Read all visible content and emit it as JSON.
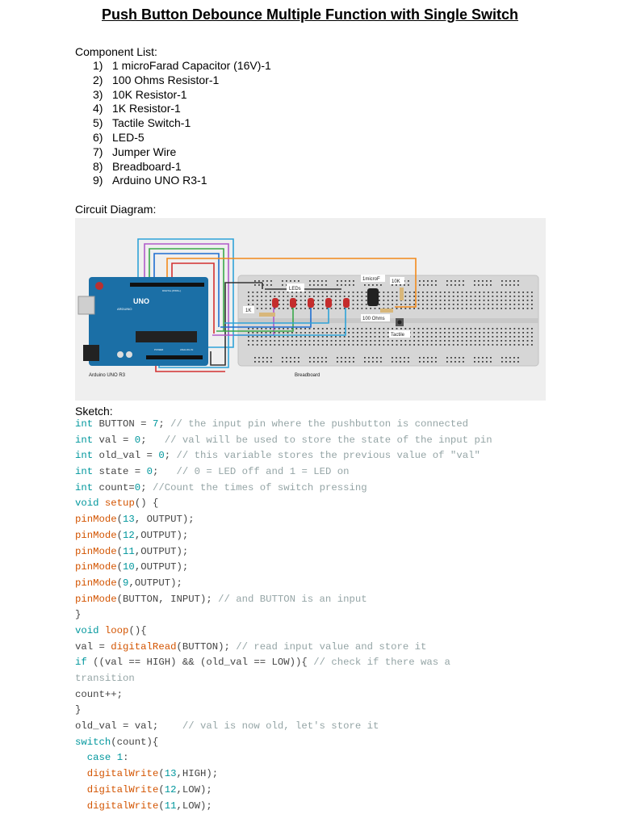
{
  "title": "Push Button Debounce Multiple Function with Single Switch",
  "component_list": {
    "heading": "Component List:",
    "items": [
      {
        "num": "1)",
        "text": "1 microFarad Capacitor (16V)-1"
      },
      {
        "num": "2)",
        "text": "100 Ohms Resistor-1"
      },
      {
        "num": "3)",
        "text": "10K Resistor-1"
      },
      {
        "num": "4)",
        "text": "1K Resistor-1"
      },
      {
        "num": "5)",
        "text": "Tactile Switch-1"
      },
      {
        "num": "6)",
        "text": "LED-5"
      },
      {
        "num": "7)",
        "text": "Jumper Wire"
      },
      {
        "num": "8)",
        "text": "Breadboard-1"
      },
      {
        "num": "9)",
        "text": "Arduino UNO R3-1"
      }
    ]
  },
  "circuit": {
    "heading": "Circuit Diagram:",
    "labels": {
      "arduino": "Arduino UNO R3",
      "breadboard": "Breadboard",
      "uno_logo": "UNO",
      "arduino_brand": "ARDUINO",
      "digital": "DIGITAL (PWM~)",
      "power": "POWER",
      "analog": "ANALOG IN",
      "leds": "LEDs",
      "r1k": "1K",
      "cap": "1microF",
      "r10k": "10K",
      "r100": "100 Ohms",
      "tactile": "Tactile"
    }
  },
  "sketch": {
    "heading": "Sketch:",
    "lines": [
      [
        {
          "t": "int",
          "c": "kw"
        },
        {
          "t": " BUTTON = "
        },
        {
          "t": "7",
          "c": "nm"
        },
        {
          "t": "; "
        },
        {
          "t": "// the input pin where the pushbutton is connected",
          "c": "cm"
        }
      ],
      [
        {
          "t": "int",
          "c": "kw"
        },
        {
          "t": " val = "
        },
        {
          "t": "0",
          "c": "nm"
        },
        {
          "t": ";   "
        },
        {
          "t": "// val will be used to store the state of the input pin",
          "c": "cm"
        }
      ],
      [
        {
          "t": "int",
          "c": "kw"
        },
        {
          "t": " old_val = "
        },
        {
          "t": "0",
          "c": "nm"
        },
        {
          "t": "; "
        },
        {
          "t": "// this variable stores the previous value of \"val\"",
          "c": "cm"
        }
      ],
      [
        {
          "t": "int",
          "c": "kw"
        },
        {
          "t": " state = "
        },
        {
          "t": "0",
          "c": "nm"
        },
        {
          "t": ";   "
        },
        {
          "t": "// 0 = LED off and 1 = LED on",
          "c": "cm"
        }
      ],
      [
        {
          "t": "int",
          "c": "kw"
        },
        {
          "t": " count="
        },
        {
          "t": "0",
          "c": "nm"
        },
        {
          "t": "; "
        },
        {
          "t": "//Count the times of switch pressing",
          "c": "cm"
        }
      ],
      [
        {
          "t": "void",
          "c": "kw"
        },
        {
          "t": " "
        },
        {
          "t": "setup",
          "c": "fn"
        },
        {
          "t": "() {"
        }
      ],
      [
        {
          "t": "pinMode",
          "c": "fn"
        },
        {
          "t": "("
        },
        {
          "t": "13",
          "c": "nm"
        },
        {
          "t": ", OUTPUT);"
        }
      ],
      [
        {
          "t": "pinMode",
          "c": "fn"
        },
        {
          "t": "("
        },
        {
          "t": "12",
          "c": "nm"
        },
        {
          "t": ",OUTPUT);"
        }
      ],
      [
        {
          "t": "pinMode",
          "c": "fn"
        },
        {
          "t": "("
        },
        {
          "t": "11",
          "c": "nm"
        },
        {
          "t": ",OUTPUT);"
        }
      ],
      [
        {
          "t": "pinMode",
          "c": "fn"
        },
        {
          "t": "("
        },
        {
          "t": "10",
          "c": "nm"
        },
        {
          "t": ",OUTPUT);"
        }
      ],
      [
        {
          "t": "pinMode",
          "c": "fn"
        },
        {
          "t": "("
        },
        {
          "t": "9",
          "c": "nm"
        },
        {
          "t": ",OUTPUT);"
        }
      ],
      [
        {
          "t": "pinMode",
          "c": "fn"
        },
        {
          "t": "(BUTTON, INPUT); "
        },
        {
          "t": "// and BUTTON is an input",
          "c": "cm"
        }
      ],
      [
        {
          "t": "}"
        }
      ],
      [
        {
          "t": "void",
          "c": "kw"
        },
        {
          "t": " "
        },
        {
          "t": "loop",
          "c": "fn"
        },
        {
          "t": "(){"
        }
      ],
      [
        {
          "t": "val = "
        },
        {
          "t": "digitalRead",
          "c": "fn"
        },
        {
          "t": "(BUTTON); "
        },
        {
          "t": "// read input value and store it",
          "c": "cm"
        }
      ],
      [
        {
          "t": "if",
          "c": "kw"
        },
        {
          "t": " ((val == HIGH) && (old_val == LOW)){ "
        },
        {
          "t": "// check if there was a",
          "c": "cm"
        }
      ],
      [
        {
          "t": "transition",
          "c": "cm"
        }
      ],
      [
        {
          "t": "count++;"
        }
      ],
      [
        {
          "t": "}"
        }
      ],
      [
        {
          "t": "old_val = val;    "
        },
        {
          "t": "// val is now old, let's store it",
          "c": "cm"
        }
      ],
      [
        {
          "t": "switch",
          "c": "kw"
        },
        {
          "t": "(count){"
        }
      ],
      [
        {
          "t": "  "
        },
        {
          "t": "case",
          "c": "kw"
        },
        {
          "t": " "
        },
        {
          "t": "1",
          "c": "nm"
        },
        {
          "t": ":"
        }
      ],
      [
        {
          "t": "  "
        },
        {
          "t": "digitalWrite",
          "c": "fn"
        },
        {
          "t": "("
        },
        {
          "t": "13",
          "c": "nm"
        },
        {
          "t": ",HIGH);"
        }
      ],
      [
        {
          "t": "  "
        },
        {
          "t": "digitalWrite",
          "c": "fn"
        },
        {
          "t": "("
        },
        {
          "t": "12",
          "c": "nm"
        },
        {
          "t": ",LOW);"
        }
      ],
      [
        {
          "t": "  "
        },
        {
          "t": "digitalWrite",
          "c": "fn"
        },
        {
          "t": "("
        },
        {
          "t": "11",
          "c": "nm"
        },
        {
          "t": ",LOW);"
        }
      ]
    ]
  }
}
